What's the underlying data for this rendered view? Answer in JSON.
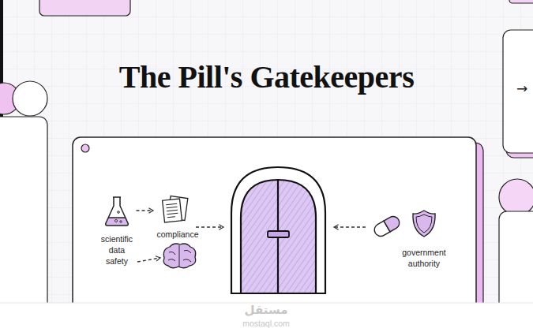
{
  "diagram": {
    "title": "The Pill's Gatekeepers",
    "nodes": [
      {
        "text": [
          "scientific data safety"
        ]
      },
      {
        "text": [
          "compliance"
        ]
      },
      {
        "text": [
          "government authority"
        ]
      }
    ],
    "edges": [
      {
        "from": 0,
        "to": 1,
        "arrow": "to"
      }
    ],
    "labels": [
      "→",
      "مستقل",
      "mostaql.com"
    ]
  }
}
